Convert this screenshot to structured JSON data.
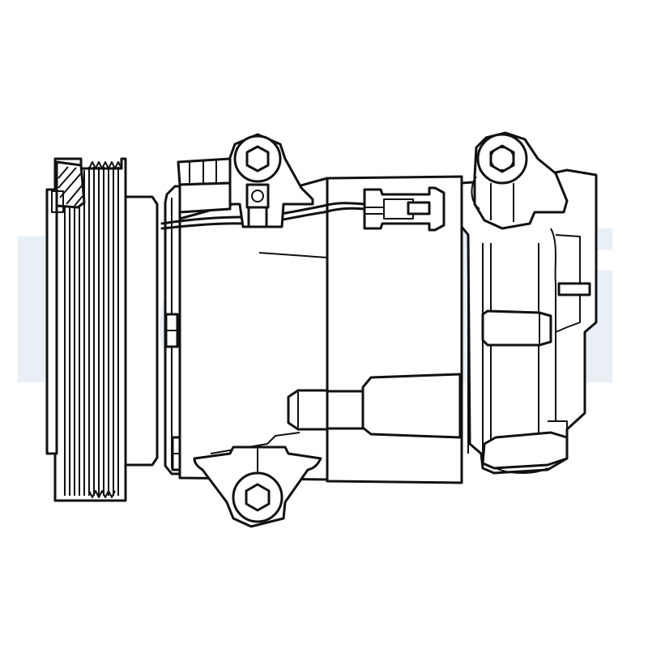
{
  "image": {
    "subject": "AC compressor line drawing",
    "watermark_text": "Delphi",
    "colors": {
      "background": "#ffffff",
      "line": "#111111",
      "watermark": "#eaeff6"
    }
  },
  "parts": {
    "pulley": "pulley",
    "clutch_hub": "clutch-hub",
    "front_housing": "front-housing",
    "body": "compressor-body",
    "rear_head": "rear-head",
    "top_left_mount": "mount-boss-top-left",
    "top_right_mount": "mount-boss-top-right",
    "bottom_mount": "mount-boss-bottom",
    "connector": "electrical-connector",
    "fitting": "service-fitting"
  }
}
